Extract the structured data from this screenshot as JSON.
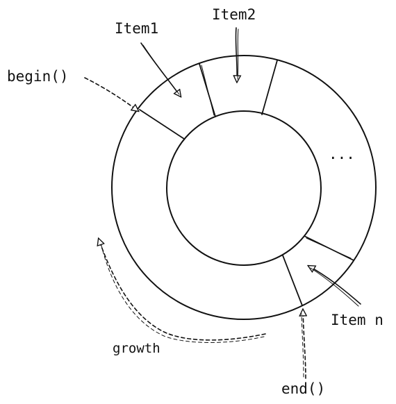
{
  "labels": {
    "item1": "Item1",
    "item2": "Item2",
    "ellipsis": "...",
    "item_n": "Item n",
    "begin": "begin()",
    "end": "end()",
    "growth": "growth"
  },
  "colors": {
    "stroke": "#111111",
    "background": "#ffffff"
  }
}
